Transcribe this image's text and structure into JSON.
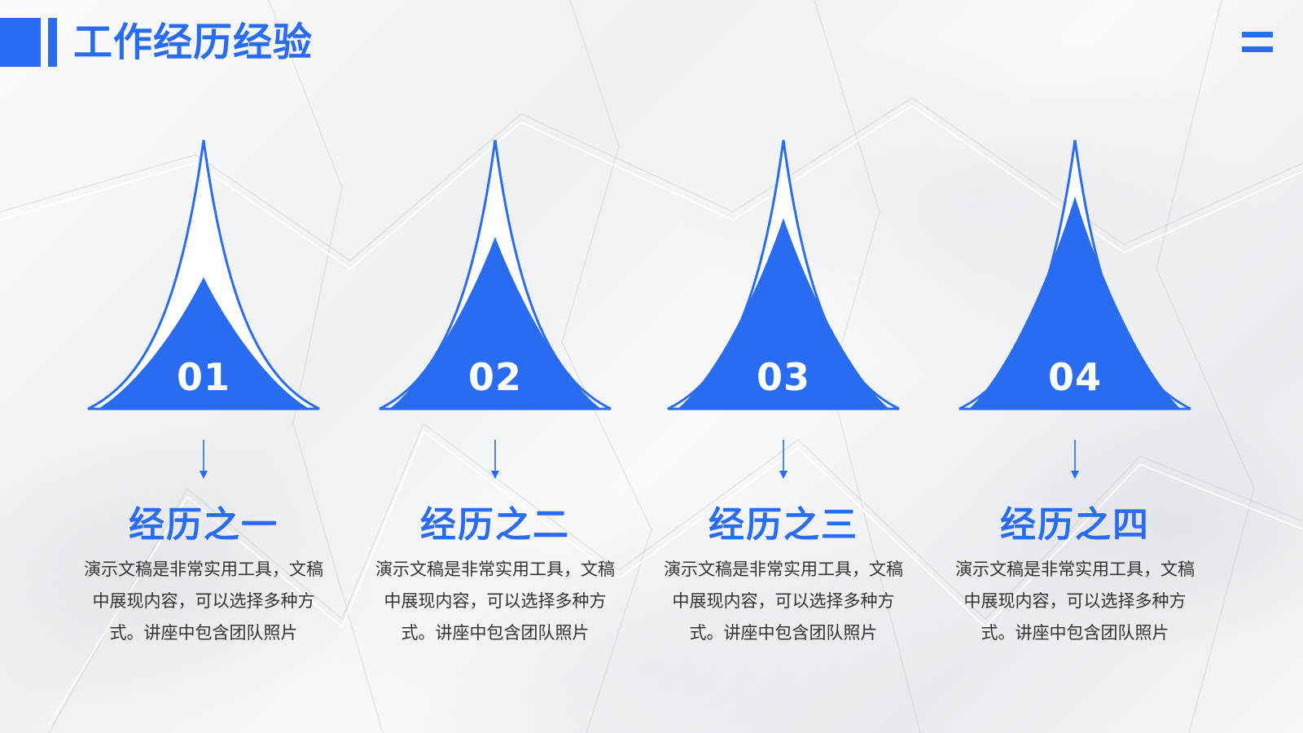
{
  "header": {
    "title": "工作经历经验",
    "menu_icon": "menu-icon"
  },
  "colors": {
    "accent": "#2a6cf0",
    "text": "#333333",
    "white": "#ffffff"
  },
  "cards": [
    {
      "number": "01",
      "title": "经历之一",
      "desc": "演示文稿是非常实用工具，文稿中展现内容，可以选择多种方式。讲座中包含团队照片",
      "fill_level": 0.49
    },
    {
      "number": "02",
      "title": "经历之二",
      "desc": "演示文稿是非常实用工具，文稿中展现内容，可以选择多种方式。讲座中包含团队照片",
      "fill_level": 0.64
    },
    {
      "number": "03",
      "title": "经历之三",
      "desc": "演示文稿是非常实用工具，文稿中展现内容，可以选择多种方式。讲座中包含团队照片",
      "fill_level": 0.71
    },
    {
      "number": "04",
      "title": "经历之四",
      "desc": "演示文稿是非常实用工具，文稿中展现内容，可以选择多种方式。讲座中包含团队照片",
      "fill_level": 0.79
    }
  ]
}
